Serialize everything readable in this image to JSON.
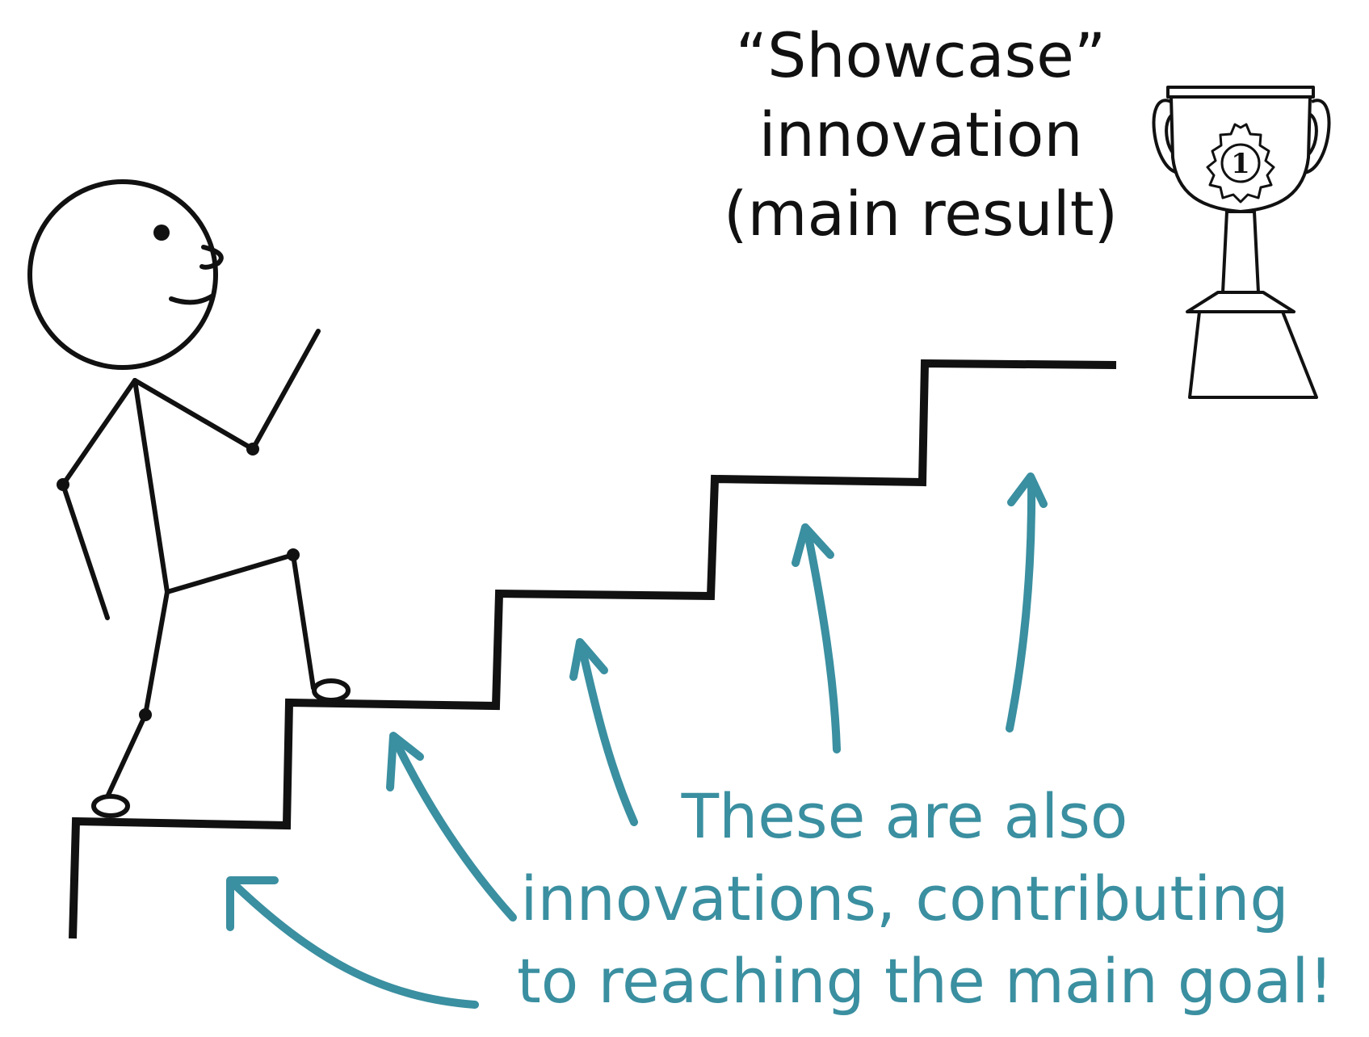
{
  "title_lines": [
    "“Showcase”",
    "innovation",
    "(main result)"
  ],
  "note_lines": [
    "These are also",
    "innovations, contributing",
    "to reaching the main goal!"
  ],
  "trophy_badge": "1",
  "icons": [
    "stick-figure-icon",
    "trophy-icon",
    "staircase",
    "arrow-up-icon"
  ],
  "colors": {
    "ink": "#111111",
    "accent": "#3a8fa0",
    "background": "#ffffff"
  }
}
